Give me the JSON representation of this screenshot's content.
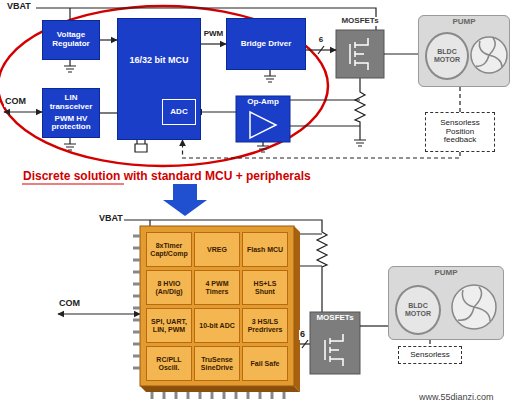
{
  "diagram": {
    "caption": "Discrete solution with standard MCU + peripherals",
    "nodes": [
      {
        "text": [
          "Voltage Regulator"
        ]
      },
      {
        "text": [
          "16/32 bit MCU"
        ]
      },
      {
        "text": [
          "ADC"
        ],
        "in": 1
      },
      {
        "text": [
          "Bridge Driver"
        ]
      },
      {
        "text": [
          "MOSFETs"
        ]
      },
      {
        "text": [
          "PUMP"
        ]
      },
      {
        "text": [
          "BLDC MOTOR"
        ],
        "in": 5
      },
      {
        "text": [
          "LIN transceiver",
          "PWM HV protection"
        ]
      },
      {
        "text": [
          "Op-Amp"
        ]
      },
      {
        "text": [
          "Sensorless Position feedback"
        ]
      },
      {
        "text": [
          "8xTimer Capt/Comp"
        ]
      },
      {
        "text": [
          "VREG"
        ]
      },
      {
        "text": [
          "Flash MCU"
        ]
      },
      {
        "text": [
          "8 HVIO (An/Dig)"
        ]
      },
      {
        "text": [
          "4 PWM Timers"
        ]
      },
      {
        "text": [
          "HS+LS Shunt"
        ]
      },
      {
        "text": [
          "SPI, UART, LIN, PWM"
        ]
      },
      {
        "text": [
          "10-bit ADC"
        ]
      },
      {
        "text": [
          "3 HS/LS Predrivers"
        ]
      },
      {
        "text": [
          "RC/PLL Oscill."
        ]
      },
      {
        "text": [
          "TruSense SineDrive"
        ]
      },
      {
        "text": [
          "Fail Safe"
        ]
      },
      {
        "text": [
          "MOSFETs"
        ]
      },
      {
        "text": [
          "PUMP"
        ]
      },
      {
        "text": [
          "BLDC MOTOR"
        ],
        "in": 23
      },
      {
        "text": [
          "Sensorless"
        ]
      }
    ],
    "edges": [
      {
        "from": 0,
        "to": 1,
        "arrow": "to"
      },
      {
        "from": 1,
        "to": 3,
        "label": "PWM",
        "arrow": "to"
      },
      {
        "from": 3,
        "to": 4,
        "label": "6",
        "arrow": "to"
      },
      {
        "from": 4,
        "to": 5,
        "arrow": "none"
      },
      {
        "from": 8,
        "to": 2,
        "arrow": "to"
      },
      {
        "from": 7,
        "to": 1,
        "arrow": "none"
      },
      {
        "from": 5,
        "to": 9,
        "arrow": "none"
      },
      {
        "from": 9,
        "to": 1,
        "arrow": "to"
      },
      {
        "from": 22,
        "to": 23,
        "arrow": "none"
      },
      {
        "from": 23,
        "to": 25,
        "arrow": "none"
      }
    ],
    "labels": [
      "VBAT",
      "COM",
      "VBAT",
      "COM",
      "6",
      "www.55dianzi.com"
    ]
  }
}
